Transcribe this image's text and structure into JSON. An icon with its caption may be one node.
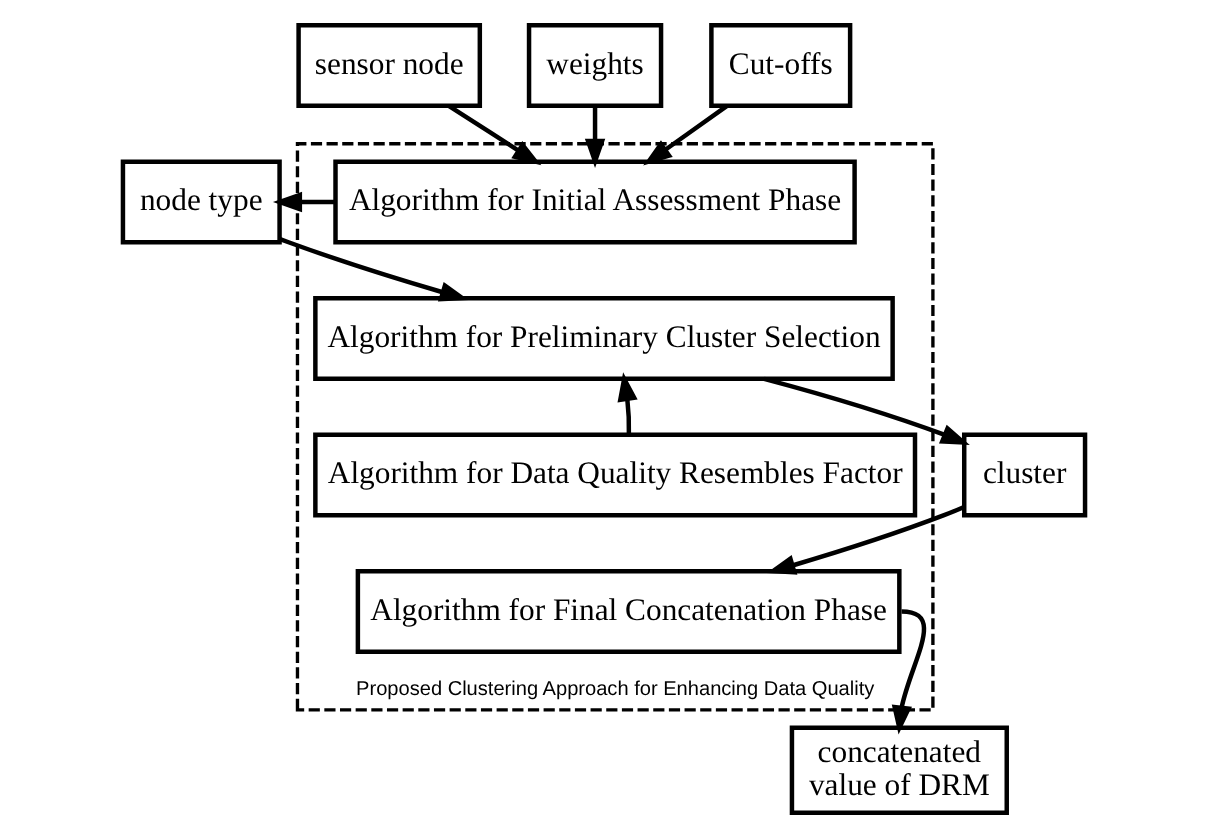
{
  "diagram": {
    "nodes": [
      {
        "text": [
          "Proposed Clustering Approach for Enhancing Data Quality"
        ]
      },
      {
        "text": [
          "sensor node"
        ]
      },
      {
        "text": [
          "weights"
        ]
      },
      {
        "text": [
          "Cut-offs"
        ]
      },
      {
        "text": [
          "Algorithm for Initial Assessment Phase"
        ],
        "in": 0
      },
      {
        "text": [
          "node type"
        ]
      },
      {
        "text": [
          "Algorithm for Preliminary Cluster Selection"
        ],
        "in": 0
      },
      {
        "text": [
          "cluster"
        ]
      },
      {
        "text": [
          "Algorithm for Data Quality Resembles Factor"
        ],
        "in": 0
      },
      {
        "text": [
          "Algorithm for Final Concatenation Phase"
        ],
        "in": 0
      },
      {
        "text": [
          "concatenated value of DRM"
        ]
      }
    ],
    "edges": [
      {
        "from": 1,
        "to": 4,
        "arrow": "to"
      },
      {
        "from": 2,
        "to": 4,
        "arrow": "to"
      },
      {
        "from": 3,
        "to": 4,
        "arrow": "to"
      },
      {
        "from": 4,
        "to": 5,
        "arrow": "to"
      },
      {
        "from": 5,
        "to": 6,
        "arrow": "to"
      },
      {
        "from": 6,
        "to": 7,
        "arrow": "to"
      },
      {
        "from": 8,
        "to": 6,
        "arrow": "to"
      },
      {
        "from": 7,
        "to": 9,
        "arrow": "to"
      },
      {
        "from": 9,
        "to": 10,
        "arrow": "to"
      }
    ]
  }
}
